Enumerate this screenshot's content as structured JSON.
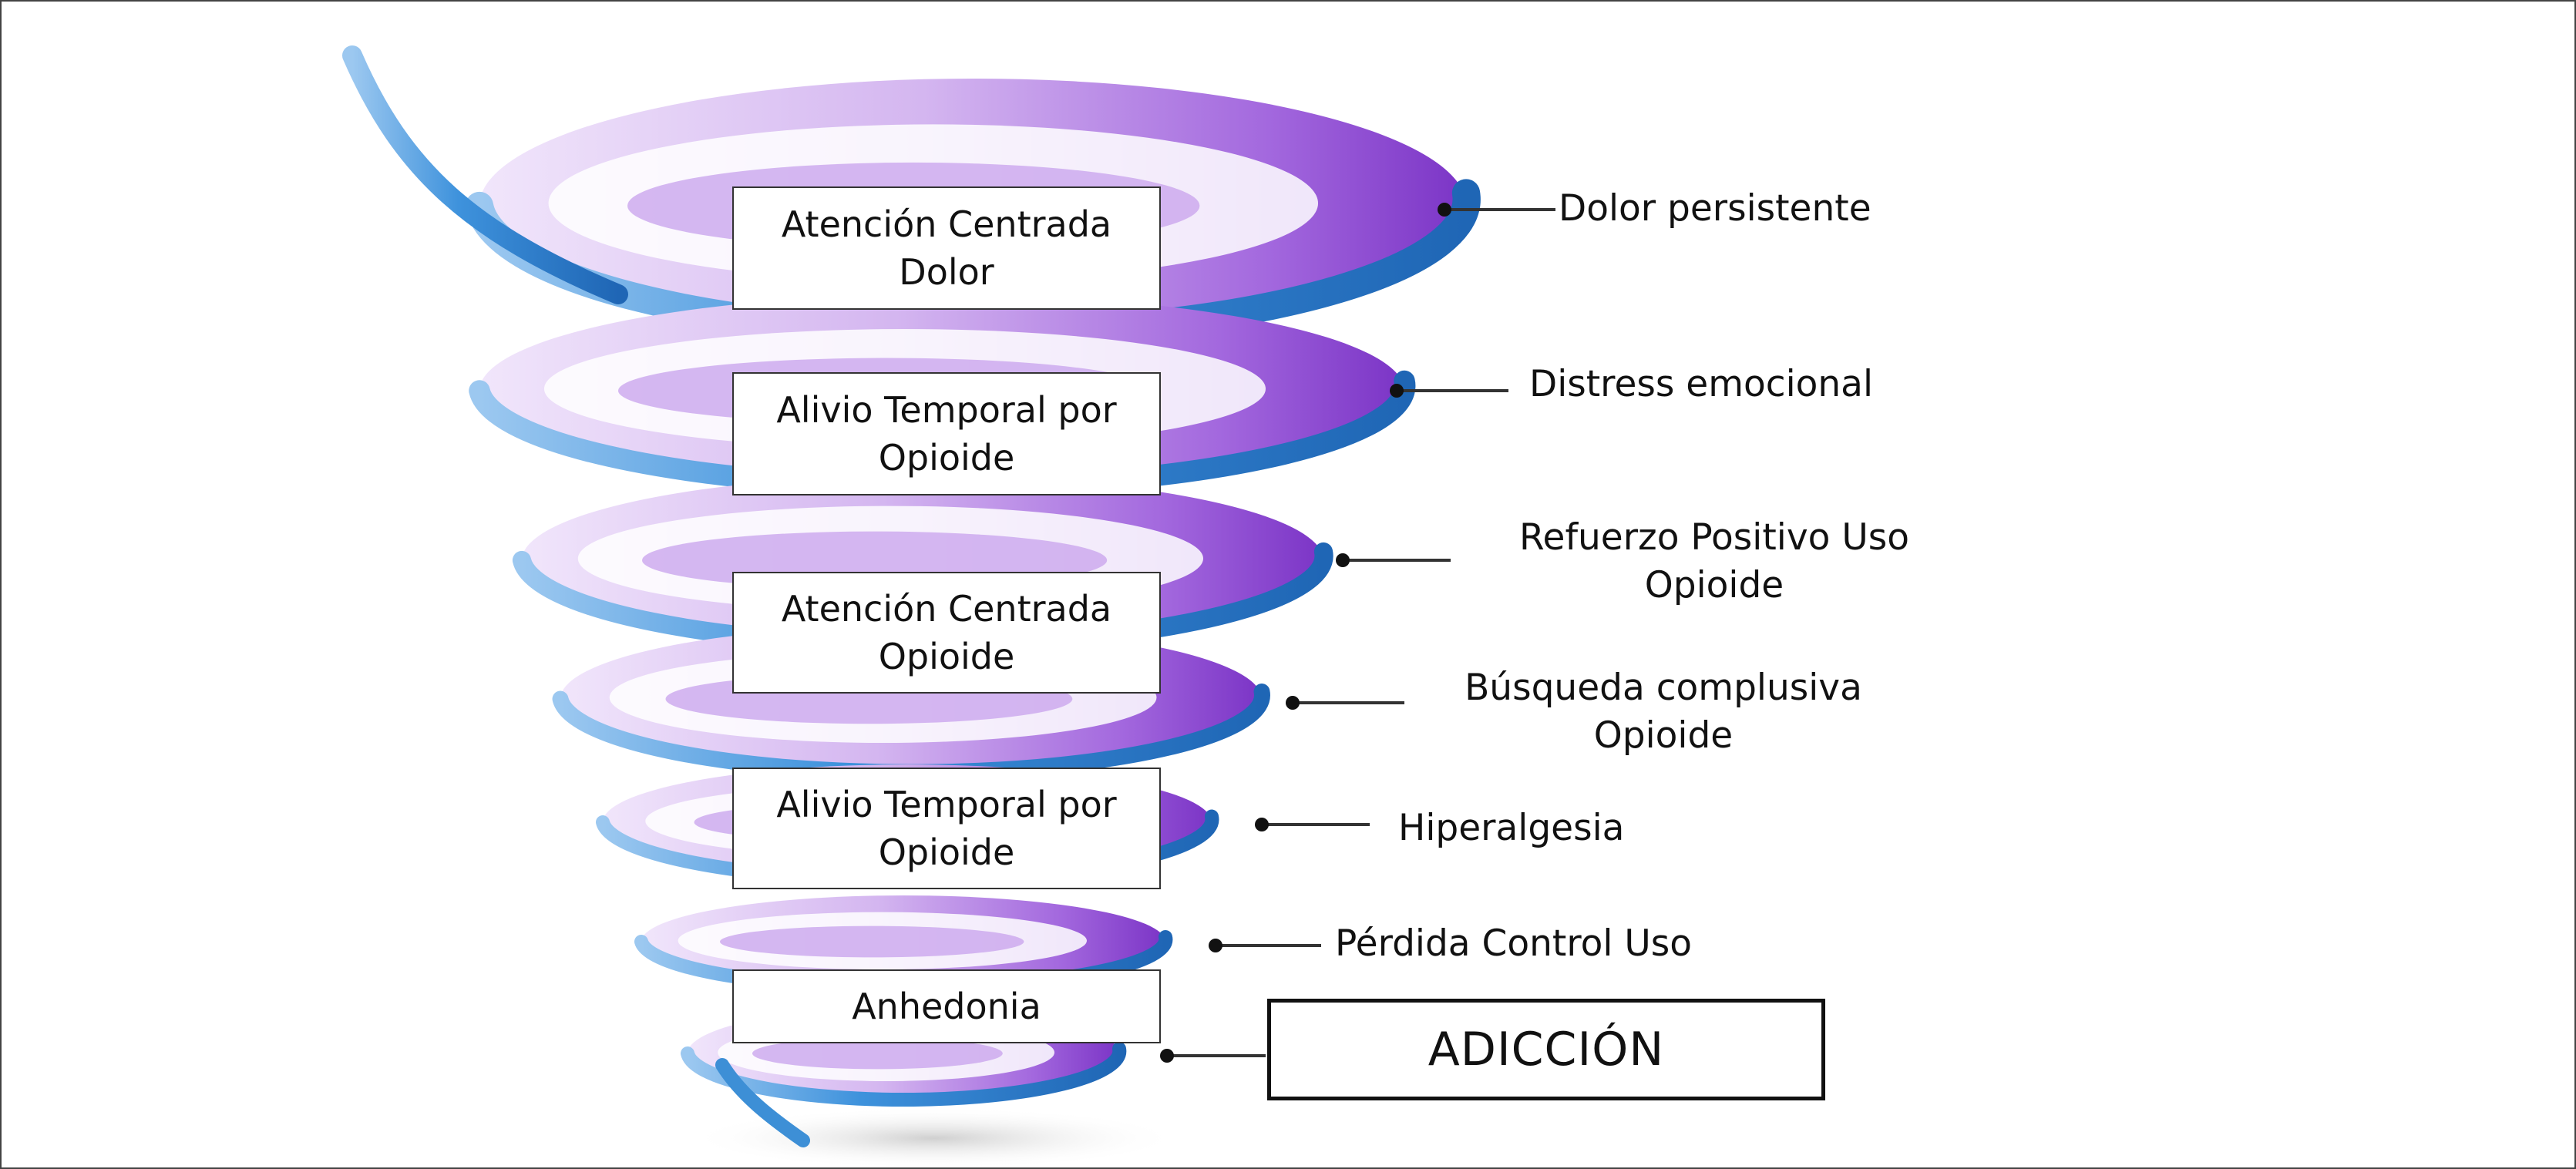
{
  "inner_boxes": [
    "Atención Centrada Dolor",
    "Alivio Temporal por Opioide",
    "Atención Centrada Opioide",
    "Alivio Temporal por Opioide",
    "Anhedonia"
  ],
  "stage_labels": [
    "Dolor persistente",
    "Distress emocional",
    "Refuerzo Positivo Uso Opioide",
    "Búsqueda complusiva Opioide",
    "Hiperalgesia",
    "Pérdida Control Uso"
  ],
  "final_label": "ADICCIÓN",
  "colors": {
    "ribbon_blue": "#3d8fd6",
    "ribbon_purple": "#8a3fd0",
    "lavender": "#d9c2f2",
    "box_border": "#333333"
  }
}
